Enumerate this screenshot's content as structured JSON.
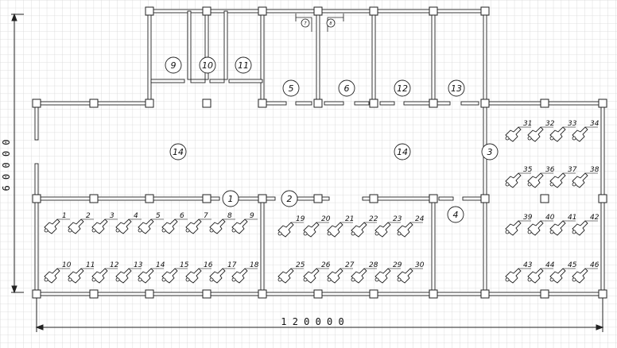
{
  "dimensions": {
    "width": "1 2 0 0 0 0",
    "height": "6 0 0 0 0"
  },
  "rooms": [
    "1",
    "2",
    "3",
    "4",
    "5",
    "6",
    "9",
    "10",
    "11",
    "12",
    "13",
    "14",
    "14"
  ],
  "workstations": [
    "1",
    "2",
    "3",
    "4",
    "5",
    "6",
    "7",
    "8",
    "9",
    "10",
    "11",
    "12",
    "13",
    "14",
    "15",
    "16",
    "17",
    "18",
    "19",
    "20",
    "21",
    "22",
    "23",
    "24",
    "25",
    "26",
    "27",
    "28",
    "29",
    "30",
    "31",
    "32",
    "33",
    "34",
    "35",
    "36",
    "37",
    "38",
    "39",
    "40",
    "41",
    "42",
    "43",
    "44",
    "45",
    "46"
  ],
  "fixtures": [
    "7",
    "8"
  ],
  "colors": {
    "grid": "#d8d8d8",
    "line": "#222222",
    "fill": "#ffffff"
  }
}
